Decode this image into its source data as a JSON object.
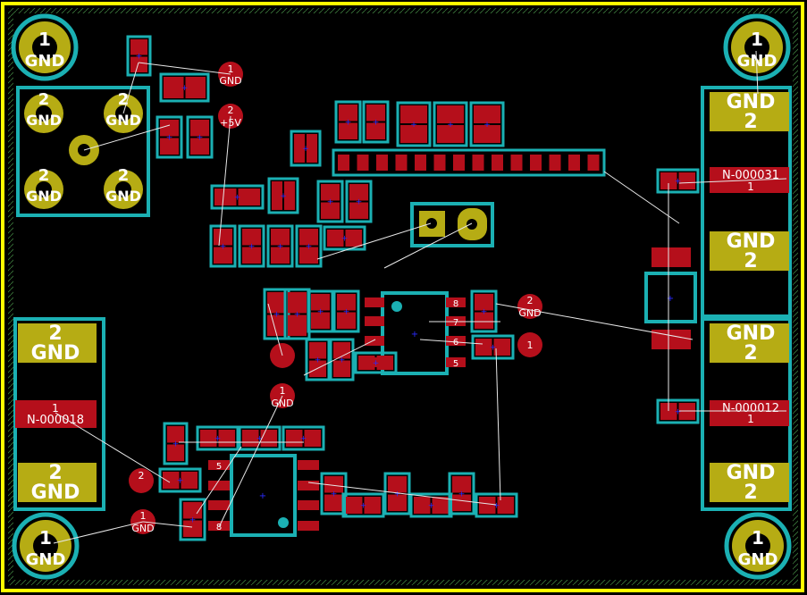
{
  "title": "",
  "colors": {
    "background": "#000000",
    "outline": "#ffff00",
    "pad_smd": "#b50f1b",
    "pad_thru": "#b6ac14",
    "courtyard": "#1bb0b3",
    "ratsnest": "#e8e8e8",
    "silk_text": "#ffffff",
    "anchor": "#2b2bff"
  },
  "labels": {
    "gnd": "GND",
    "plus5v": "+5V",
    "net18": "N-000018",
    "net31": "N-000031",
    "net12": "N-000012",
    "n1": "1",
    "n2": "2",
    "n5": "5",
    "n6": "6",
    "n7": "7",
    "n8": "8"
  }
}
